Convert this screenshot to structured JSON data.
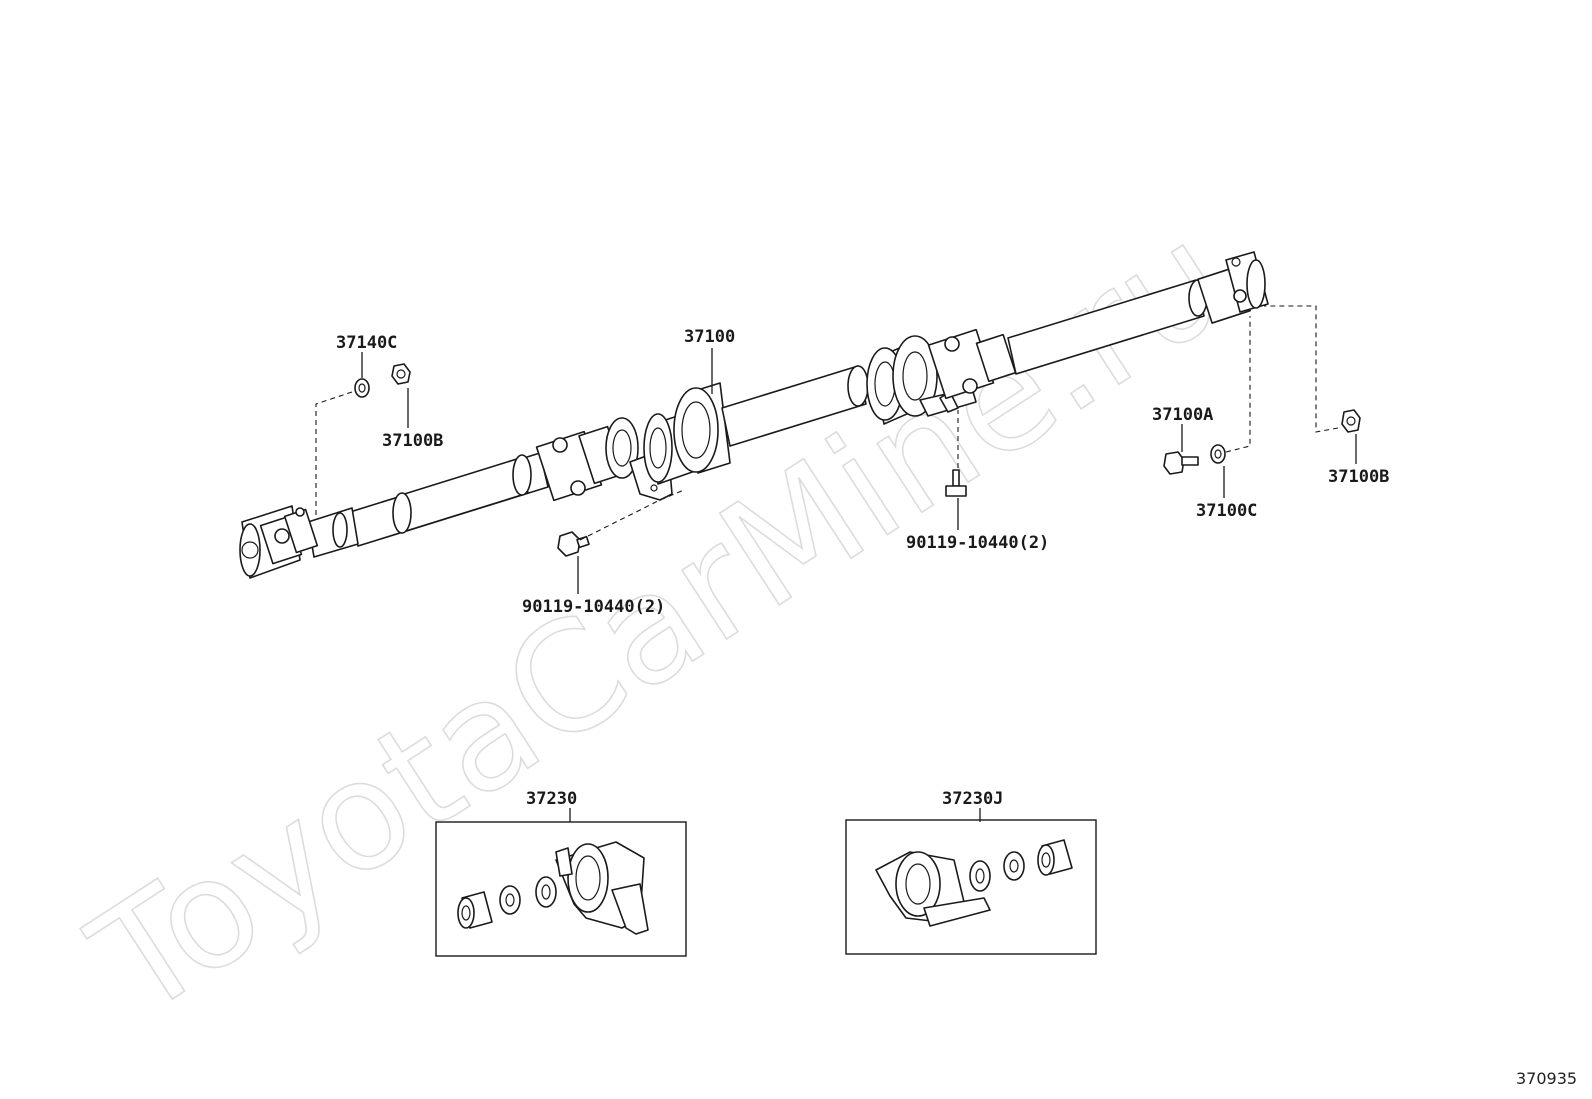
{
  "diagram": {
    "watermark": "ToyotaCarMine.ru",
    "ref_number": "370935",
    "labels": {
      "p37140C": "37140C",
      "p37100B_left": "37100B",
      "p37100": "37100",
      "p90119_left": "90119-10440(2)",
      "p90119_mid": "90119-10440(2)",
      "p37100A": "37100A",
      "p37100C": "37100C",
      "p37100B_right": "37100B",
      "p37230": "37230",
      "p37230J": "37230J"
    }
  }
}
